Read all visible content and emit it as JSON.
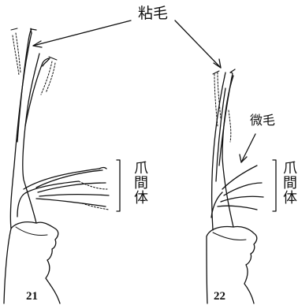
{
  "labels": {
    "tenent_hairs": "粘毛",
    "microtrichia": "微毛",
    "empodium_left": "爪間体",
    "empodium_right": "爪間体",
    "figure_left": "21",
    "figure_right": "22"
  },
  "colors": {
    "line": "#111111",
    "background": "#ffffff"
  }
}
